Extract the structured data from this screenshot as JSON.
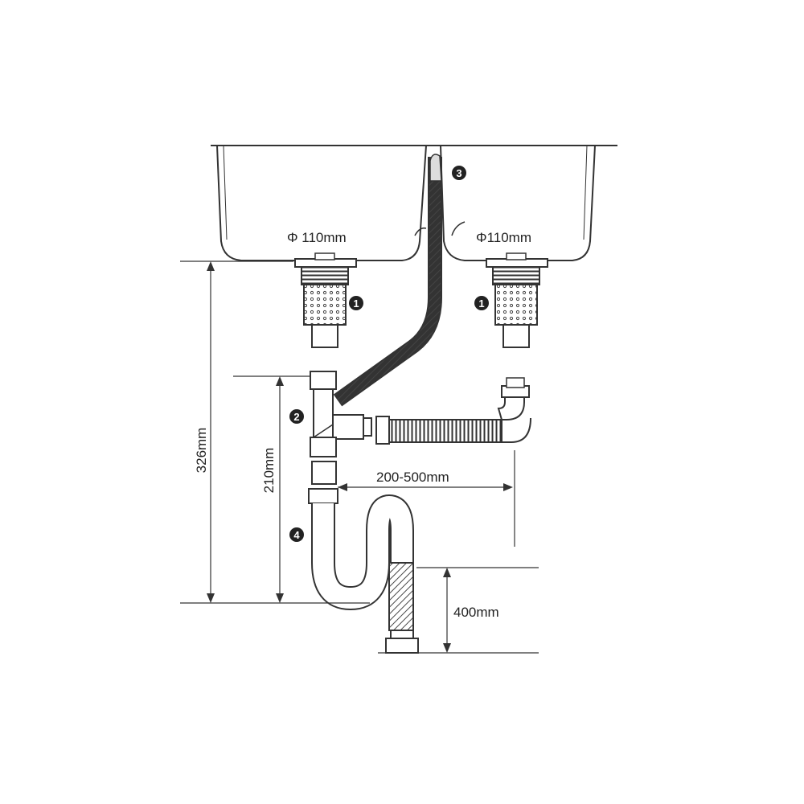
{
  "labels": {
    "left_bowl_diameter": "Φ 110mm",
    "right_bowl_diameter": "Φ110mm",
    "height_total": "326mm",
    "height_trap": "210mm",
    "overflow_length": "200-500mm",
    "outlet_length": "400mm"
  },
  "callouts": {
    "strainer_left": "1",
    "strainer_right": "1",
    "tee_connector": "2",
    "overflow": "3",
    "s_trap": "4"
  },
  "colors": {
    "line": "#333333",
    "callout_fill": "#222222",
    "background": "#ffffff"
  }
}
